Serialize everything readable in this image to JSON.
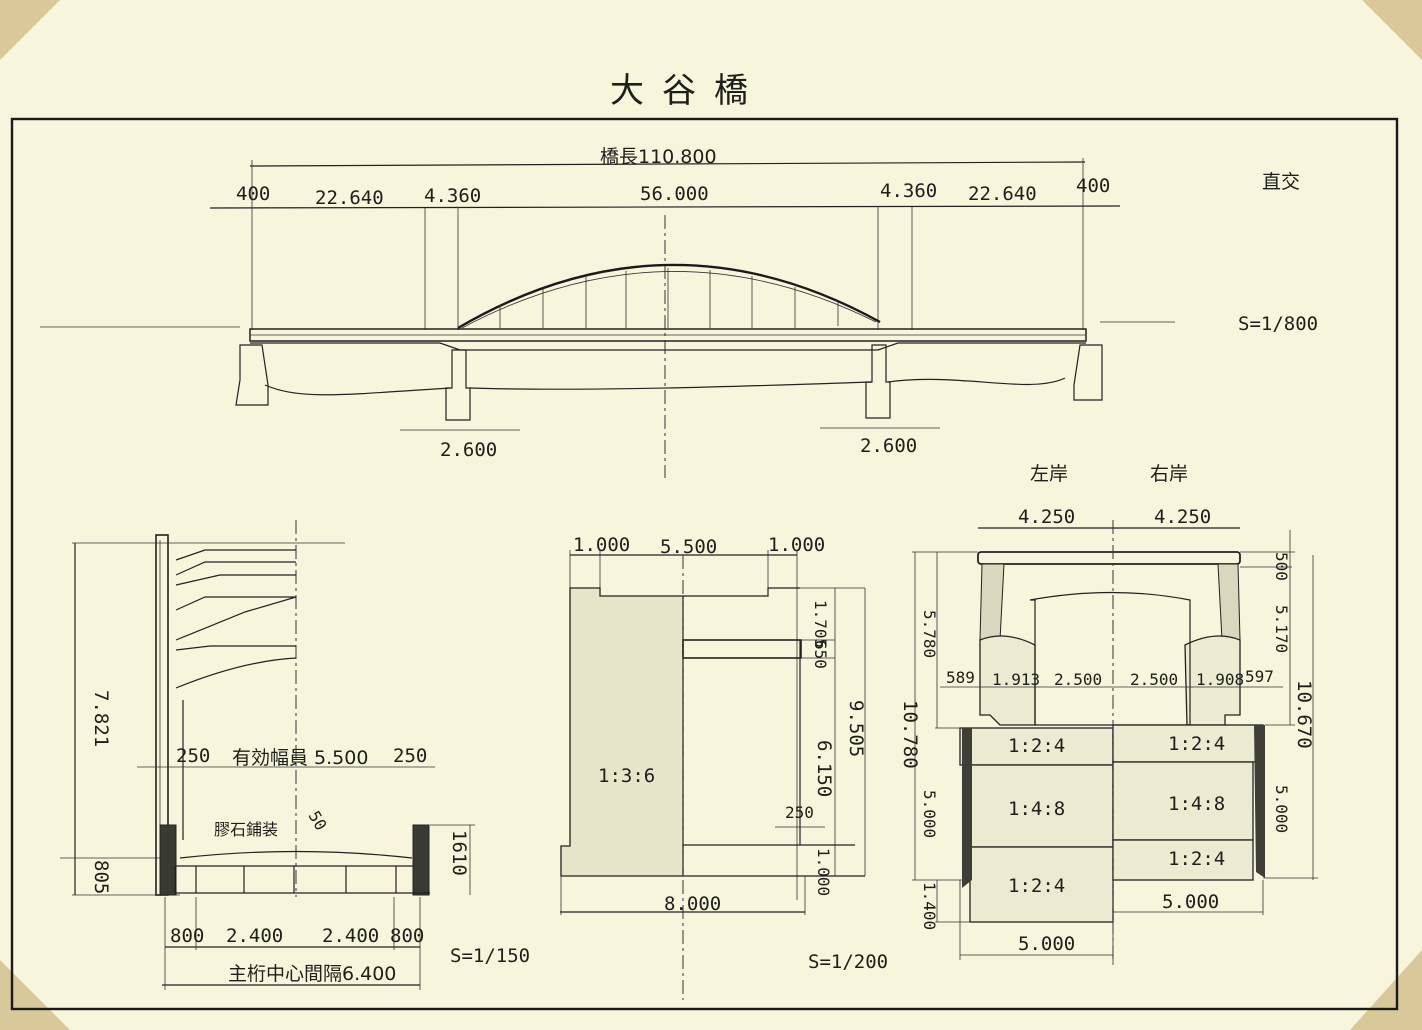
{
  "title": "大谷橋",
  "elevation": {
    "total_length": "橋長110.800",
    "spans": [
      "400",
      "22.640",
      "4.360",
      "56.000",
      "4.360",
      "22.640",
      "400"
    ],
    "skew": "直交",
    "scale": "S=1/800",
    "pier_widths": [
      "2.600",
      "2.600"
    ]
  },
  "cross_section": {
    "height": "7.821",
    "depth": "805",
    "curb_height": "1610",
    "curb_left": "250",
    "curb_right": "250",
    "effective_width": "有効幅員 5.500",
    "pavement": "膠石鋪装",
    "pavement_thickness": "50",
    "girder_spacing": [
      "800",
      "2.400",
      "2.400",
      "800"
    ],
    "main_girder_spacing": "主桁中心間隔6.400",
    "scale": "S=1/150"
  },
  "pier": {
    "top_dims": [
      "1.000",
      "5.500",
      "1.000"
    ],
    "heights": [
      "1.705",
      "650",
      "6.150",
      "1.000"
    ],
    "total_height": "9.505",
    "offset": "250",
    "mix": "1:3:6",
    "base_width": "8.000",
    "scale": "S=1/200"
  },
  "abutment": {
    "left_label": "左岸",
    "right_label": "右岸",
    "top_widths": [
      "4.250",
      "4.250"
    ],
    "mid_dims": [
      "589",
      "1.913",
      "2.500",
      "2.500",
      "1.908",
      "597"
    ],
    "left_heights": [
      "5.780",
      "10.780",
      "5.000",
      "1.400"
    ],
    "right_heights": [
      "500",
      "5.170",
      "10.670",
      "5.000"
    ],
    "mixes": [
      "1:2:4",
      "1:2:4",
      "1:4:8",
      "1:4:8",
      "1:2:4",
      "1:2:4"
    ],
    "base_widths": [
      "5.000",
      "5.000"
    ]
  }
}
